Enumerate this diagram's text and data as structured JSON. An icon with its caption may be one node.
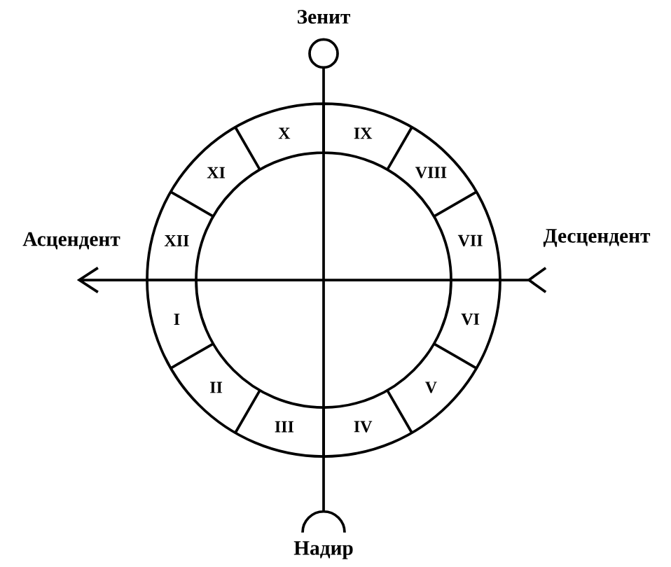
{
  "diagram": {
    "nodes": [
      {
        "text": [
          "Зенит"
        ]
      },
      {
        "text": [
          "Асцендент"
        ]
      },
      {
        "text": [
          "Десцендент"
        ]
      },
      {
        "text": [
          "Надир"
        ]
      }
    ],
    "edges": [
      {
        "from": 3,
        "to": 0,
        "arrow": "other"
      },
      {
        "from": 2,
        "to": 1,
        "arrow": "to"
      }
    ],
    "labels": [
      "X",
      "IX",
      "XI",
      "VIII",
      "XII",
      "VII",
      "I",
      "VI",
      "II",
      "V",
      "III",
      "IV"
    ]
  }
}
